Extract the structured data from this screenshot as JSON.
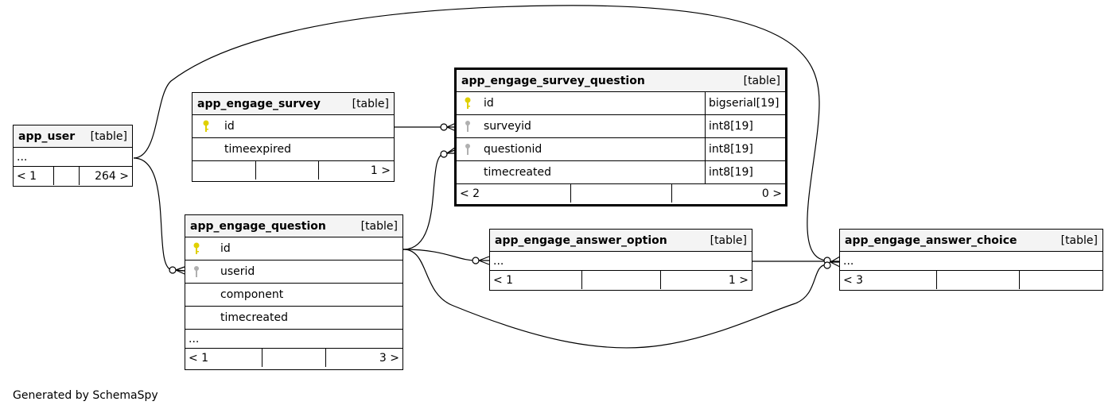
{
  "tables": {
    "app_user": {
      "name": "app_user",
      "kind": "[table]",
      "more": "...",
      "footer": [
        "< 1",
        "",
        "264 >"
      ]
    },
    "app_engage_survey": {
      "name": "app_engage_survey",
      "kind": "[table]",
      "columns": [
        {
          "name": "id",
          "key": "primary"
        },
        {
          "name": "timeexpired",
          "key": ""
        }
      ],
      "footer": [
        "",
        "",
        "1 >"
      ]
    },
    "app_engage_survey_question": {
      "name": "app_engage_survey_question",
      "kind": "[table]",
      "columns": [
        {
          "name": "id",
          "type": "bigserial[19]",
          "key": "primary"
        },
        {
          "name": "surveyid",
          "type": "int8[19]",
          "key": "foreign"
        },
        {
          "name": "questionid",
          "type": "int8[19]",
          "key": "foreign"
        },
        {
          "name": "timecreated",
          "type": "int8[19]",
          "key": ""
        }
      ],
      "footer": [
        "< 2",
        "",
        "0 >"
      ]
    },
    "app_engage_question": {
      "name": "app_engage_question",
      "kind": "[table]",
      "columns": [
        {
          "name": "id",
          "key": "primary"
        },
        {
          "name": "userid",
          "key": "foreign"
        },
        {
          "name": "component",
          "key": ""
        },
        {
          "name": "timecreated",
          "key": ""
        }
      ],
      "more": "...",
      "footer": [
        "< 1",
        "",
        "3 >"
      ]
    },
    "app_engage_answer_option": {
      "name": "app_engage_answer_option",
      "kind": "[table]",
      "more": "...",
      "footer": [
        "< 1",
        "",
        "1 >"
      ]
    },
    "app_engage_answer_choice": {
      "name": "app_engage_answer_choice",
      "kind": "[table]",
      "more": "...",
      "footer": [
        "< 3",
        "",
        ""
      ]
    }
  },
  "colors": {
    "primary_key": "#e0d000",
    "foreign_key": "#b0b0b0",
    "header_bg": "#f4f4f4"
  },
  "credit": "Generated by SchemaSpy"
}
